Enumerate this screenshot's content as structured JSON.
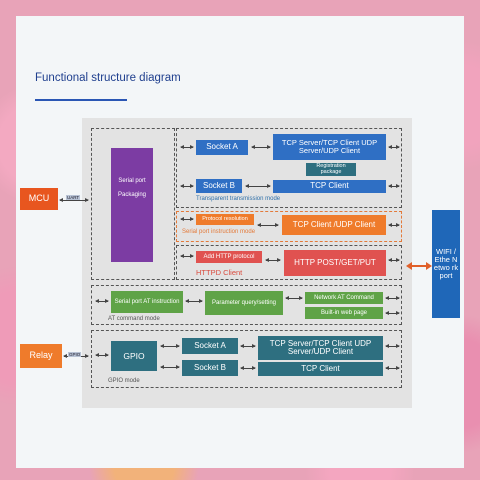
{
  "title": "Functional structure diagram",
  "external": {
    "mcu": "MCU",
    "uart": "UART",
    "relay": "Relay",
    "gpio_tag": "GPIO",
    "wifi": "WIFI / Ethe Netwo rk port"
  },
  "packaging": {
    "serial_port": "Serial port",
    "packaging": "Packaging"
  },
  "transparent": {
    "socket_a": "Socket A",
    "socket_b": "Socket B",
    "tcp_server_client": "TCP Server/TCP Client UDP Server/UDP Client",
    "registration": "Registration package",
    "tcp_client": "TCP Client",
    "mode": "Transparent transmission mode"
  },
  "serial_instruction": {
    "protocol": "Protocol resolution",
    "mode": "Serial port instruction mode",
    "tcp_udp": "TCP Client /UDP Client"
  },
  "httpd": {
    "add_protocol": "Add HTTP protocol",
    "label": "HTTPD Client",
    "http": "HTTP POST/GET/PUT"
  },
  "at_mode": {
    "serial_at": "Serial port AT instruction",
    "parameter": "Parameter query/setting",
    "network_at": "Network AT Command",
    "web_page": "Built-in web page",
    "mode": "AT command mode"
  },
  "gpio_mode": {
    "gpio": "GPIO",
    "socket_a": "Socket A",
    "socket_b": "Socket B",
    "tcp_server_client": "TCP Server/TCP Client UDP Server/UDP Client",
    "tcp_client": "TCP Client",
    "mode": "GPIO mode"
  },
  "colors": {
    "blue": "#2f6fc4",
    "teal": "#2e6f80",
    "green": "#5fa347",
    "orange": "#ef7b2b",
    "red": "#e05250",
    "purple": "#7c3ca3",
    "mcu_orange": "#e8561f",
    "wifi_blue": "#1f67b8"
  }
}
